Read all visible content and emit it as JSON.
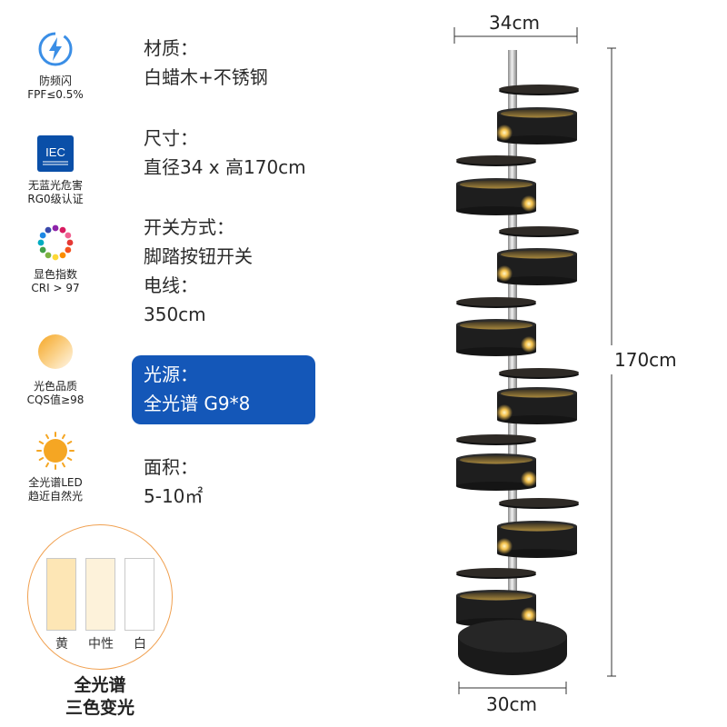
{
  "badges": [
    {
      "icon": "flicker-free-icon",
      "line1": "防频闪",
      "line2": "FPF≤0.5%"
    },
    {
      "icon": "iec-icon",
      "icon_text": "IEC",
      "line1": "无蓝光危害",
      "line2": "RG0级认证"
    },
    {
      "icon": "color-wheel-icon",
      "line1": "显色指数",
      "line2": "CRI > 97"
    },
    {
      "icon": "light-quality-icon",
      "line1": "光色品质",
      "line2": "CQS值≥98"
    },
    {
      "icon": "sun-icon",
      "line1": "全光谱LED",
      "line2": "趋近自然光"
    }
  ],
  "specs": {
    "material_label": "材质：",
    "material_value": "白蜡木+不锈钢",
    "size_label": "尺寸：",
    "size_value": "直径34 x 高170cm",
    "switch_label": "开关方式：",
    "switch_value": "脚踏按钮开关",
    "cable_label": "电线：",
    "cable_value": "350cm",
    "source_label": "光源：",
    "source_value": "全光谱 G9*8",
    "area_label": "面积：",
    "area_value": "5-10㎡"
  },
  "color_temps": {
    "options": [
      {
        "label": "黄",
        "color": "#fde6b5"
      },
      {
        "label": "中性",
        "color": "#fdf2da"
      },
      {
        "label": "白",
        "color": "#ffffff"
      }
    ],
    "title_line1": "全光谱",
    "title_line2": "三色变光"
  },
  "dimensions": {
    "top_width": "34cm",
    "height": "170cm",
    "base_width": "30cm"
  },
  "colors": {
    "accent_blue": "#1457b8",
    "ring_orange": "#f0a050",
    "lamp_black": "#1e1e1e"
  }
}
